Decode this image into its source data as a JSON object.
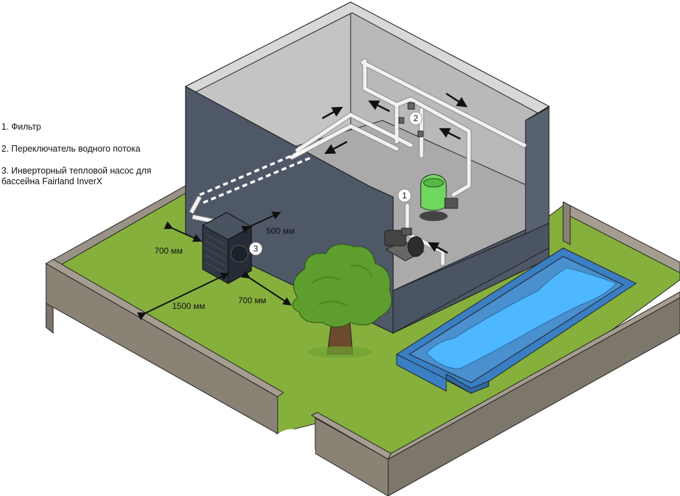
{
  "legend": {
    "item1": "1. Фильтр",
    "item2": "2. Переключатель водного потока",
    "item3": "3. Инверторный тепловой насос для бассейна Fairland InverX"
  },
  "markers": {
    "m1": "1",
    "m2": "2",
    "m3": "3"
  },
  "dimensions": {
    "d500": "500 мм",
    "d700_left": "700 мм",
    "d700_tree": "700 мм",
    "d1500": "1500 мм"
  },
  "colors": {
    "grass": "#86b03c",
    "wall_dark": "#4e5867",
    "wall_inner": "#bdbdbd",
    "fence": "#8a8275",
    "pool_water": "#4db8ff",
    "pool_rim": "#4a90cf",
    "tree_green": "#5e9e2f",
    "filter_green": "#6fd65e"
  }
}
